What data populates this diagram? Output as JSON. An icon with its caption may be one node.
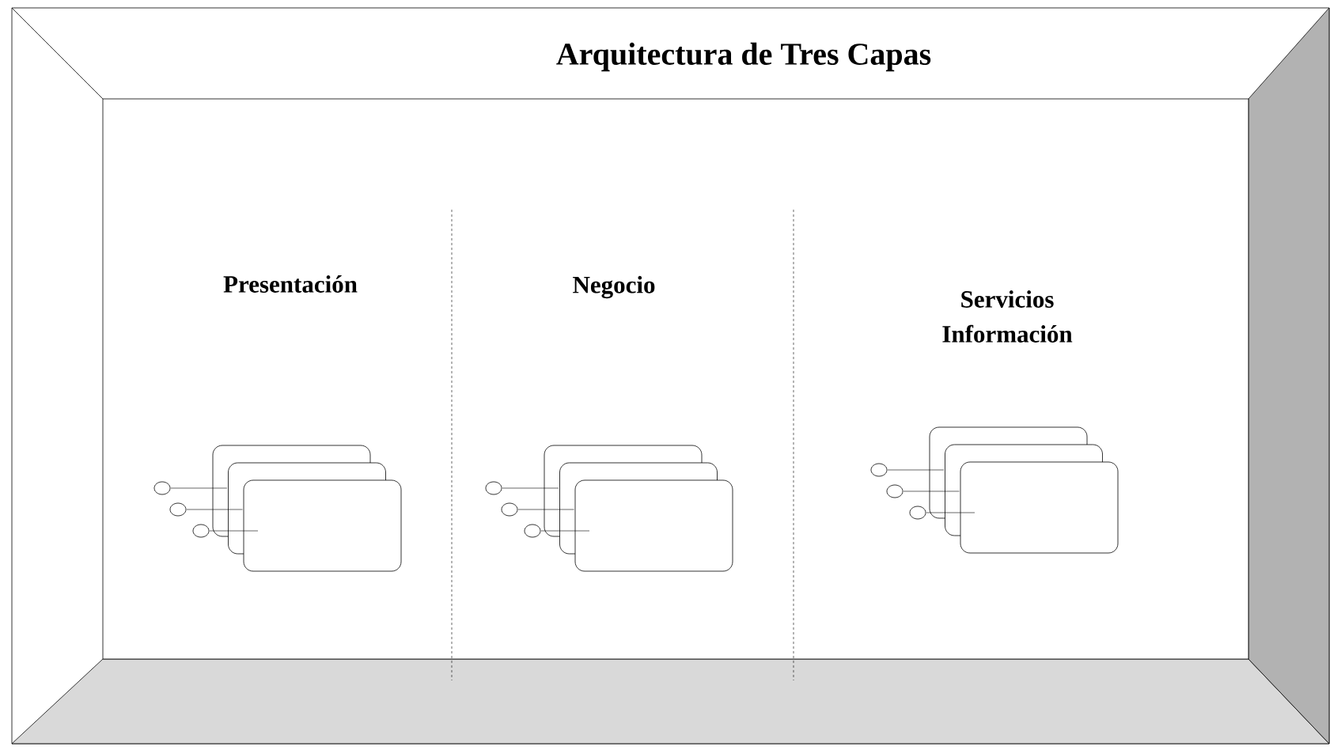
{
  "diagram": {
    "title": "Arquitectura de Tres Capas",
    "labels": [
      "Presentación",
      "Negocio",
      "Servicios Información"
    ]
  }
}
